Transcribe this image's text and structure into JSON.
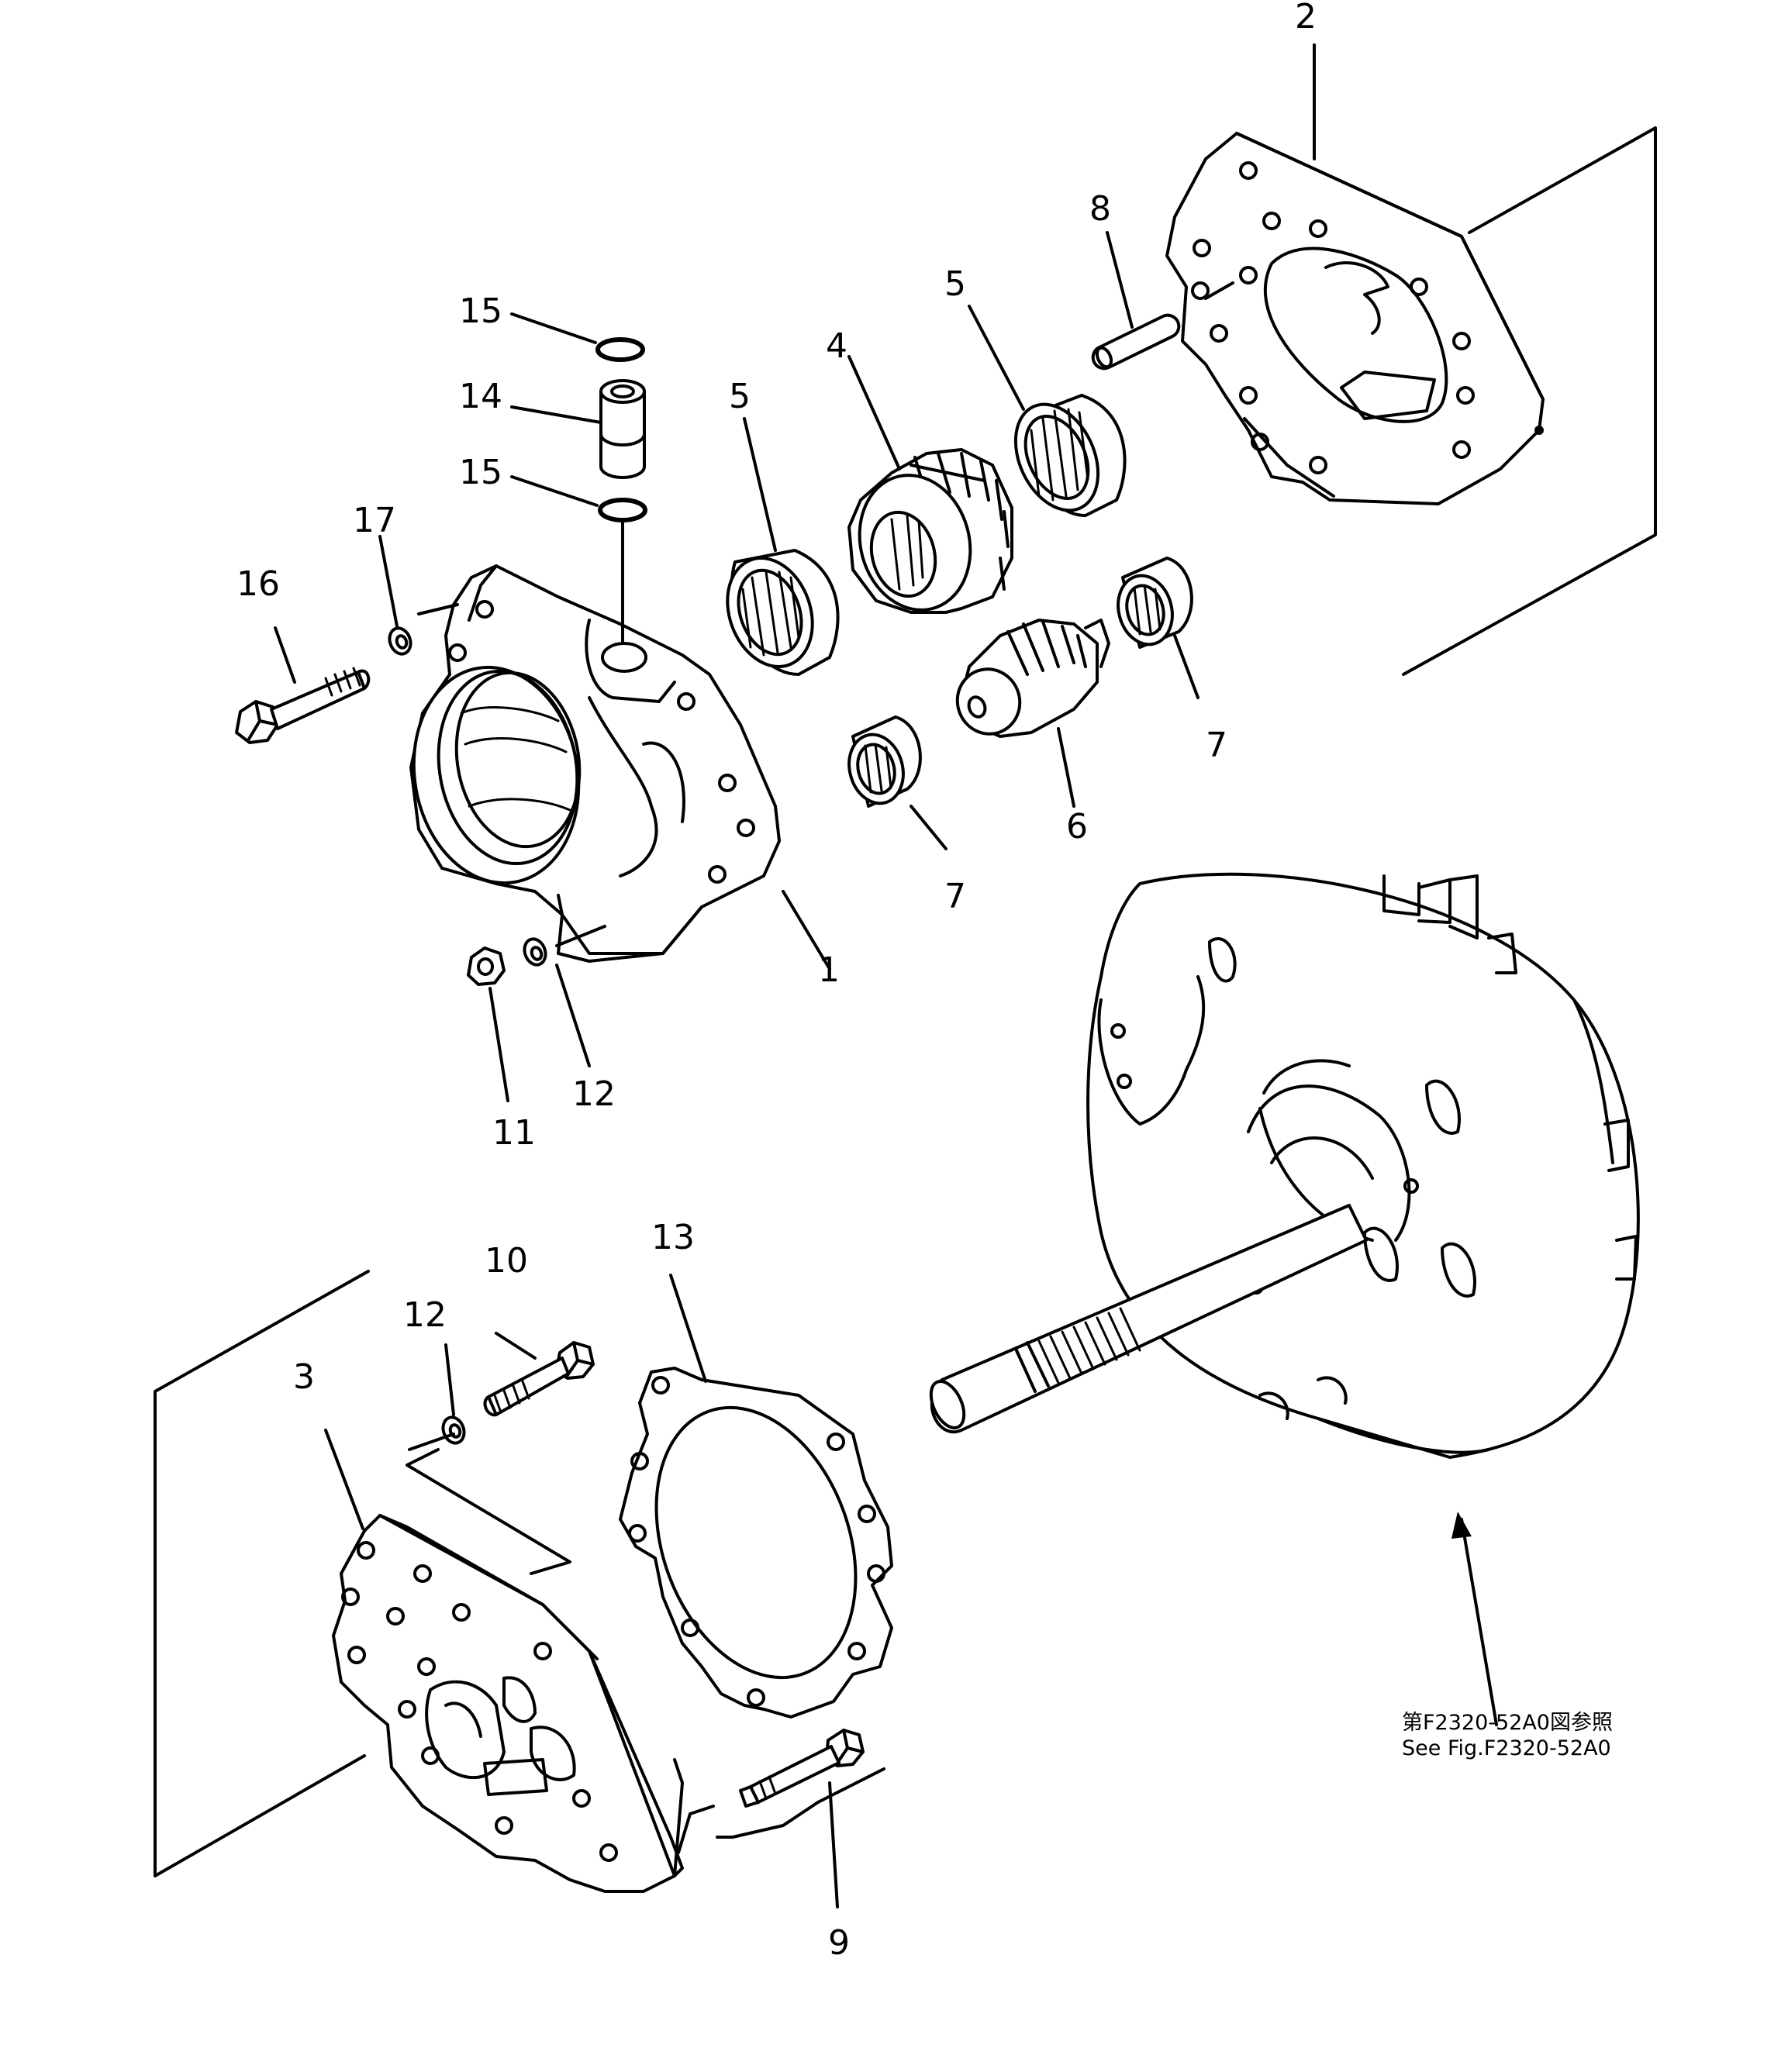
{
  "labels": {
    "p1": "1",
    "p2": "2",
    "p3": "3",
    "p4": "4",
    "p5a": "5",
    "p5b": "5",
    "p6": "6",
    "p7a": "7",
    "p7b": "7",
    "p8": "8",
    "p9": "9",
    "p10": "10",
    "p11": "11",
    "p12a": "12",
    "p12b": "12",
    "p13": "13",
    "p14": "14",
    "p15a": "15",
    "p15b": "15",
    "p16": "16",
    "p17": "17"
  },
  "reference": {
    "line1": "第F2320-52A0図参照",
    "line2": "See Fig.F2320-52A0"
  }
}
